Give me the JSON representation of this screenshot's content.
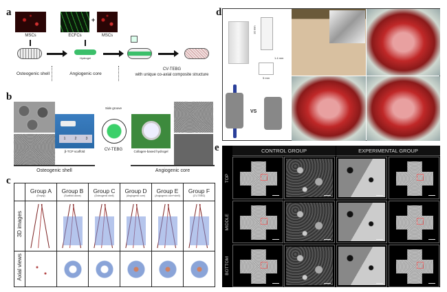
{
  "panel_labels": {
    "a": "a",
    "b": "b",
    "c": "c",
    "d": "d",
    "e": "e"
  },
  "panel_a": {
    "cell_labels": [
      "MSCs",
      "ECFCs",
      "MSCs"
    ],
    "plus": "+",
    "hydrogel": "Hydrogel",
    "stages": [
      "Osteogenic shell",
      "Angiogenic core",
      "CV-TEBG"
    ],
    "stage_caption": "with unique co-axial composite structure"
  },
  "panel_b": {
    "scaffold_label": "β-TCP scaffold",
    "side_groove": "Side groove",
    "center_label": "CV-TEBG",
    "hydrogel_label": "Collagen-based hydrogel",
    "left_caption": "Osteogenic shell",
    "right_caption": "Angiogenic core",
    "ruler_ticks": [
      "1",
      "2",
      "3"
    ]
  },
  "panel_c": {
    "groups": [
      {
        "name": "Group A",
        "sub": "(Empty)"
      },
      {
        "name": "Group B",
        "sub": "(Scaffold alone)"
      },
      {
        "name": "Group C",
        "sub": "(Osteogenic shell)"
      },
      {
        "name": "Group D",
        "sub": "(Angiogenic core)"
      },
      {
        "name": "Group E",
        "sub": "(Angiogenic core+shell)"
      },
      {
        "name": "Group F",
        "sub": "(CV-TEBG)"
      }
    ],
    "rows": [
      "3D images",
      "Axial views"
    ]
  },
  "panel_d": {
    "dims": [
      "32 mm",
      "1.4 mm",
      "5 mm"
    ],
    "vs": "VS"
  },
  "panel_e": {
    "headers": [
      "CONTROL GROUP",
      "EXPERIMENTAL GROUP"
    ],
    "rows": [
      "TOP",
      "MIDDLE",
      "BOTTOM"
    ]
  }
}
